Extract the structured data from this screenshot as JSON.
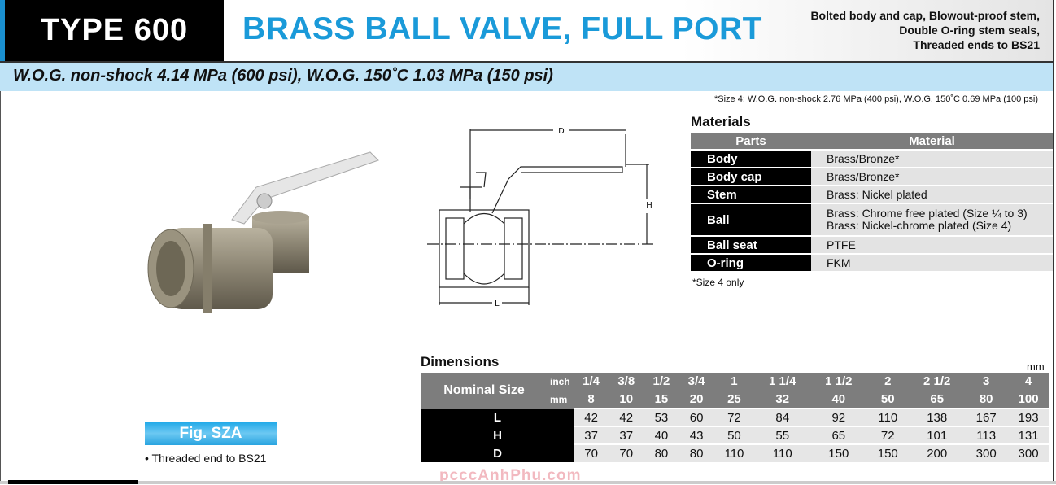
{
  "header": {
    "type": "TYPE 600",
    "title": "BRASS BALL VALVE, FULL PORT",
    "features": [
      "Bolted body and cap, Blowout-proof stem,",
      "Double O-ring stem seals,",
      "Threaded ends to BS21"
    ]
  },
  "rating": "W.O.G. non-shock 4.14 MPa (600 psi), W.O.G. 150˚C 1.03 MPa (150 psi)",
  "footnote": "*Size 4: W.O.G. non-shock 2.76 MPa (400 psi), W.O.G. 150˚C 0.69 MPa (100 psi)",
  "drawing": {
    "labels": [
      "D",
      "H",
      "L"
    ]
  },
  "materials": {
    "title": "Materials",
    "headers": [
      "Parts",
      "Material"
    ],
    "rows": [
      {
        "part": "Body",
        "material": "Brass/Bronze*"
      },
      {
        "part": "Body cap",
        "material": "Brass/Bronze*"
      },
      {
        "part": "Stem",
        "material": "Brass: Nickel plated"
      },
      {
        "part": "Ball",
        "material": "Brass: Chrome free plated (Size ¼ to 3)",
        "material2": "Brass: Nickel-chrome plated (Size 4)"
      },
      {
        "part": "Ball seat",
        "material": "PTFE"
      },
      {
        "part": "O-ring",
        "material": "FKM"
      }
    ],
    "note": "*Size 4 only"
  },
  "dimensions": {
    "title": "Dimensions",
    "unit": "mm",
    "nominal_label": "Nominal Size",
    "inch_label": "inch",
    "mm_label": "mm",
    "inch": [
      "1/4",
      "3/8",
      "1/2",
      "3/4",
      "1",
      "1 1/4",
      "1 1/2",
      "2",
      "2 1/2",
      "3",
      "4"
    ],
    "mm": [
      "8",
      "10",
      "15",
      "20",
      "25",
      "32",
      "40",
      "50",
      "65",
      "80",
      "100"
    ],
    "rows": [
      {
        "label": "L",
        "values": [
          "42",
          "42",
          "53",
          "60",
          "72",
          "84",
          "92",
          "110",
          "138",
          "167",
          "193"
        ]
      },
      {
        "label": "H",
        "values": [
          "37",
          "37",
          "40",
          "43",
          "50",
          "55",
          "65",
          "72",
          "101",
          "113",
          "131"
        ]
      },
      {
        "label": "D",
        "values": [
          "70",
          "70",
          "80",
          "80",
          "110",
          "110",
          "150",
          "150",
          "200",
          "300",
          "300"
        ]
      }
    ]
  },
  "figure": {
    "label": "Fig. SZA",
    "bullet": "• Threaded end to BS21"
  },
  "watermark": "pcccAnhPhu.com"
}
